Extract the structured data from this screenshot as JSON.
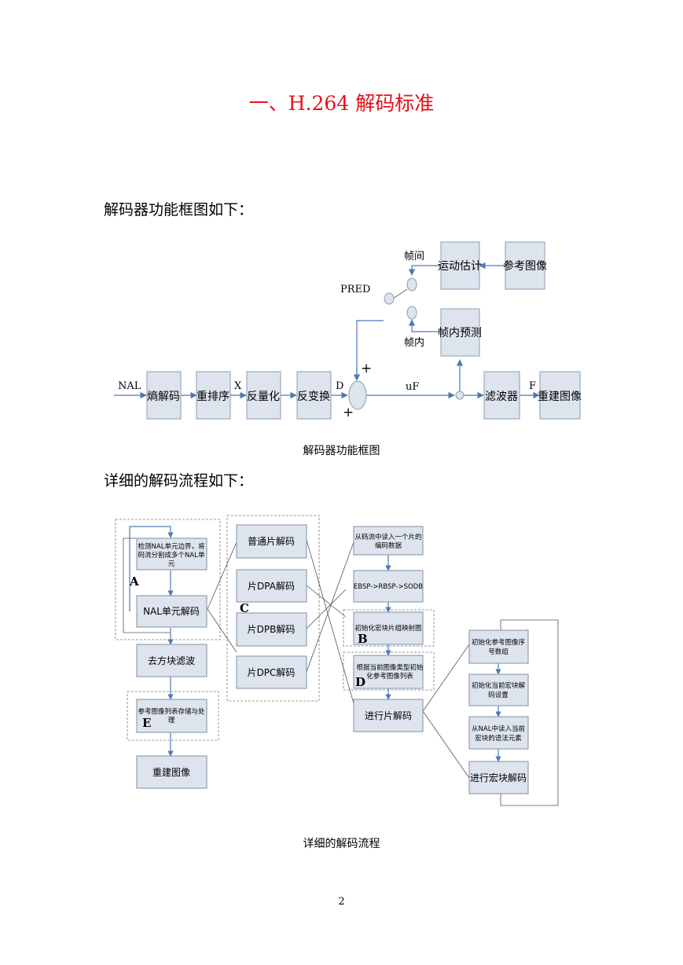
{
  "title": "一、H.264 解码标准",
  "intro_block_diagram": "解码器功能框图如下：",
  "intro_flow": "详细的解码流程如下：",
  "caption_block_diagram": "解码器功能框图",
  "caption_flow": "详细的解码流程",
  "page_number": "2",
  "block_diagram": {
    "input": "NAL",
    "entropy_decode": "熵解码",
    "reorder": "重排序",
    "label_x": "X",
    "dequantize": "反量化",
    "inverse_transform": "反变换",
    "label_d": "D",
    "plus_top": "+",
    "plus_bottom": "+",
    "label_uf": "uF",
    "filter": "滤波器",
    "label_f": "F",
    "reconstruct": "重建图像",
    "pred": "PRED",
    "inter": "帧间",
    "intra": "帧内",
    "motion_estimation": "运动估计",
    "reference_image": "参考图像",
    "intra_prediction": "帧内预测"
  },
  "flow": {
    "detect_nal_l1": "检测NAL单元边界，将",
    "detect_nal_l2": "码流分割成多个NAL单",
    "detect_nal_l3": "元",
    "label_a": "A",
    "nal_decode": "NAL单元解码",
    "deblock": "去方块滤波",
    "ref_list_l1": "参考图像列表存储与处",
    "ref_list_l2": "理",
    "label_e": "E",
    "reconstruct": "重建图像",
    "normal_slice": "普通片解码",
    "dpa": "片DPA解码",
    "dpb": "片DPB解码",
    "dpc": "片DPC解码",
    "label_c": "C",
    "read_slice_l1": "从码流中读入一个片的",
    "read_slice_l2": "编码数据",
    "ebsp": "EBSP->RBSP->SODB",
    "init_mb_map": "初始化宏块片组映射图",
    "label_b": "B",
    "init_ref_l1": "根据当前图像类型初始",
    "init_ref_l2": "化参考图像列表",
    "label_d": "D",
    "slice_decode": "进行片解码",
    "init_ref_idx_l1": "初始化参考图像序",
    "init_ref_idx_l2": "号数组",
    "init_mb_l1": "初始化当前宏块解",
    "init_mb_l2": "码设置",
    "read_syntax_l1": "从NAL中读入当前",
    "read_syntax_l2": "宏块的语法元素",
    "mb_decode": "进行宏块解码"
  }
}
